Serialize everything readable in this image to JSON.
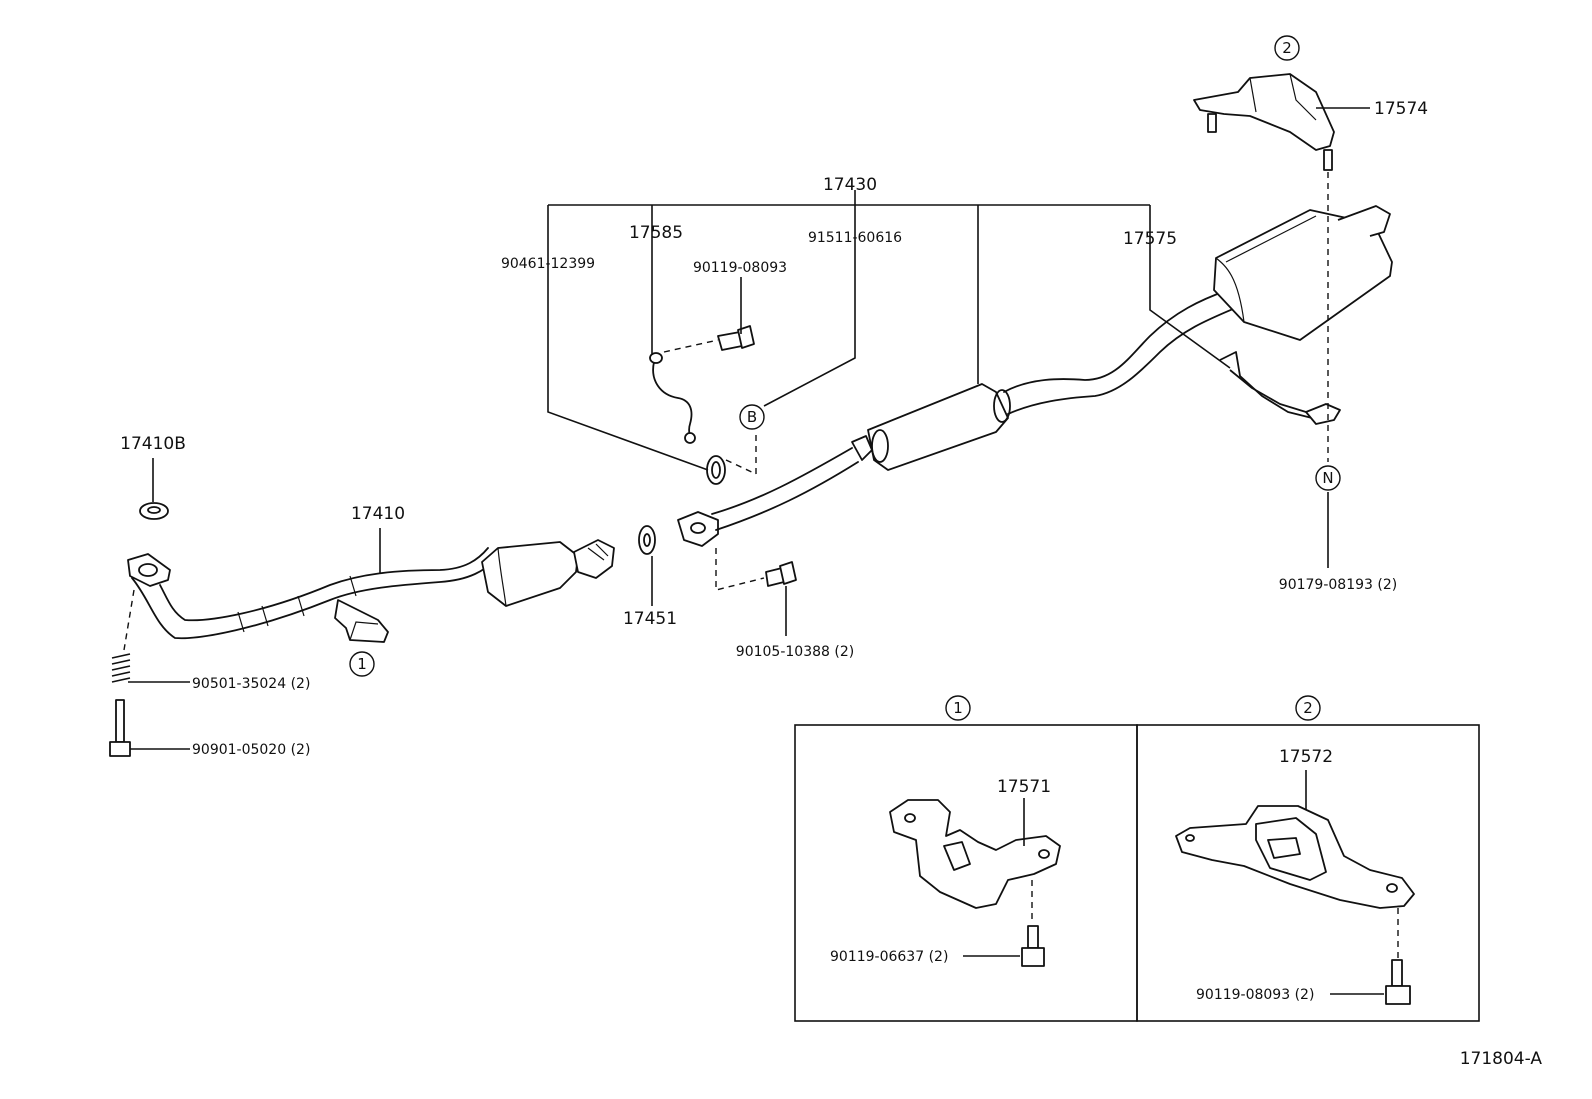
{
  "parts": {
    "p17430": "17430",
    "p17585": "17585",
    "p91511_60616": "91511-60616",
    "p90461_12399": "90461-12399",
    "p90119_08093_top": "90119-08093",
    "p17575": "17575",
    "p17574": "17574",
    "p17410B": "17410B",
    "p17410": "17410",
    "p17451": "17451",
    "p90105_10388": "90105-10388 (2)",
    "p90179_08193": "90179-08193 (2)",
    "p90501_35024": "90501-35024 (2)",
    "p90901_05020": "90901-05020 (2)",
    "p17571": "17571",
    "p90119_06637": "90119-06637 (2)",
    "p17572": "17572",
    "p90119_08093_box": "90119-08093 (2)"
  },
  "markers": {
    "circle_1": "1",
    "circle_2": "2",
    "circle_B": "B",
    "circle_N": "N"
  },
  "diagram_code": "171804-A"
}
